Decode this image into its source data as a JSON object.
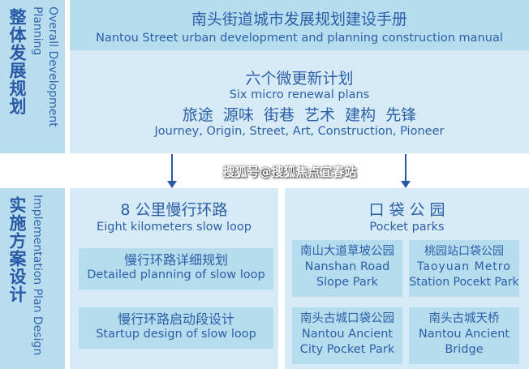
{
  "overall": {
    "label_zh": "整体发展规划",
    "label_en": "Overall Development Planning"
  },
  "impl": {
    "label_zh": "实施方案设计",
    "label_en": "Implementation Plan Design"
  },
  "manual": {
    "title_zh": "南头街道城市发展规划建设手册",
    "title_en": "Nantou Street urban development and planning construction manual"
  },
  "renewal": {
    "title_zh": "六个微更新计划",
    "title_en": "Six micro renewal plans",
    "items_zh": "旅途  源味  街巷  艺术  建构  先锋",
    "items_en": "Journey, Origin, Street, Art, Construction, Pioneer"
  },
  "loop": {
    "title_zh": "8 公里慢行环路",
    "title_en": "Eight kilometers slow loop",
    "items": [
      {
        "zh": "慢行环路详细规划",
        "en": "Detailed planning of slow loop"
      },
      {
        "zh": "慢行环路启动段设计",
        "en": "Startup design of slow loop"
      }
    ]
  },
  "parks": {
    "title_zh": "口 袋 公 园",
    "title_en": "Pocket parks",
    "items": [
      {
        "zh": "南山大道草坡公园",
        "en1": "Nanshan Road",
        "en2": "Slope Park"
      },
      {
        "zh": "桃园站口袋公园",
        "en1": "Taoyuan Metro",
        "en2": "Station Pocekt Park"
      },
      {
        "zh": "南头古城口袋公园",
        "en1": "Nantou Ancient",
        "en2": "City Pocket Park"
      },
      {
        "zh": "南头古城天桥",
        "en1": "Nantou Ancient",
        "en2": "Bridge"
      }
    ]
  },
  "watermark": "搜狐号@搜狐焦点宜春站"
}
